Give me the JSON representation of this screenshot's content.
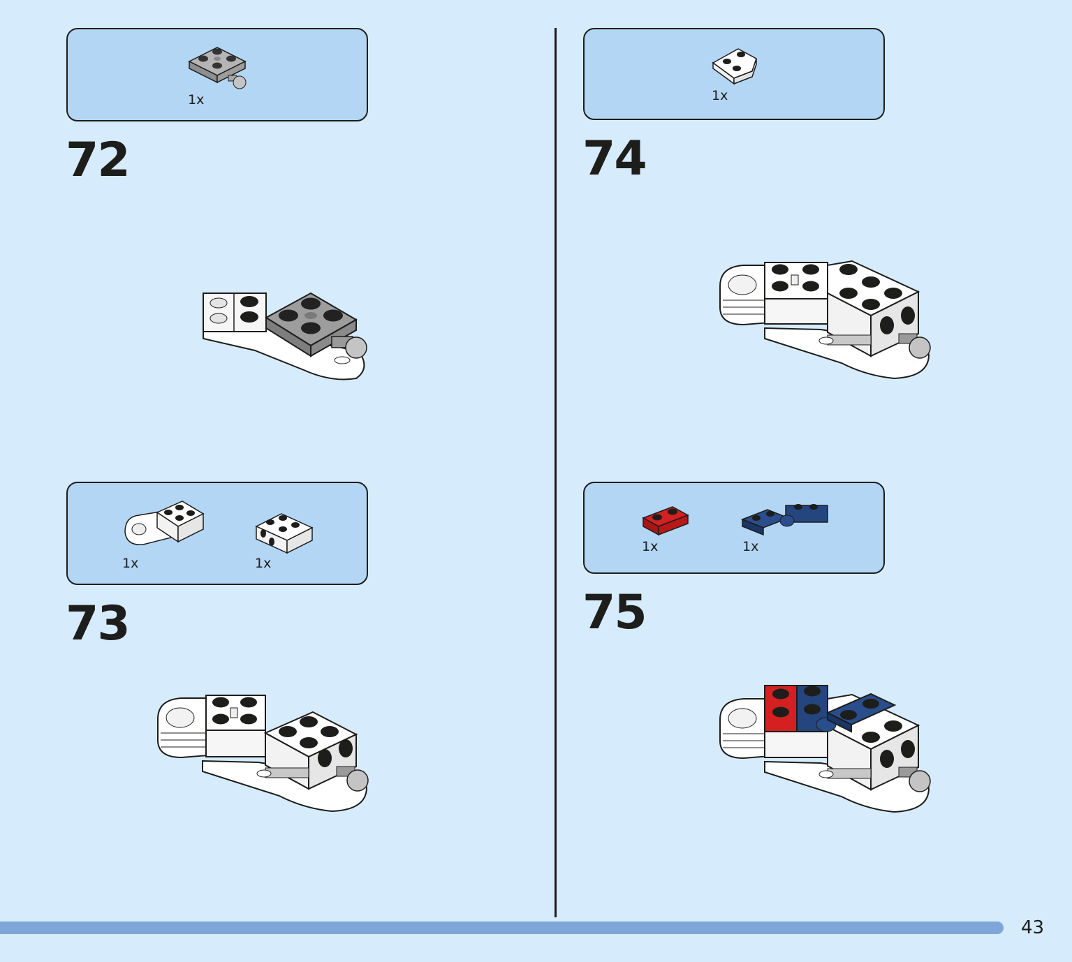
{
  "colors": {
    "background": "#d6ebfb",
    "parts_box": "#b3d6f5",
    "progress_bar": "#7fa6d8",
    "brick_white": "#ffffff",
    "brick_gray": "#a3a3a3",
    "brick_red": "#c91a1a",
    "brick_blue": "#1f3f76"
  },
  "steps": [
    {
      "number": "72",
      "parts": [
        {
          "quantity": "1x",
          "icon": "gray-plate-2x2-with-ball-joint-icon"
        }
      ],
      "model_icon": "step-72-assembly-icon"
    },
    {
      "number": "73",
      "parts": [
        {
          "quantity": "1x",
          "icon": "white-plate-with-clip-icon"
        },
        {
          "quantity": "1x",
          "icon": "white-brick-with-side-studs-icon"
        }
      ],
      "model_icon": "step-73-assembly-icon"
    },
    {
      "number": "74",
      "parts": [
        {
          "quantity": "1x",
          "icon": "white-wedge-plate-icon"
        }
      ],
      "model_icon": "step-74-assembly-icon"
    },
    {
      "number": "75",
      "parts": [
        {
          "quantity": "1x",
          "icon": "red-plate-1x2-icon"
        },
        {
          "quantity": "1x",
          "icon": "blue-hinge-plate-icon"
        }
      ],
      "model_icon": "step-75-assembly-icon"
    }
  ],
  "page_number": "43"
}
